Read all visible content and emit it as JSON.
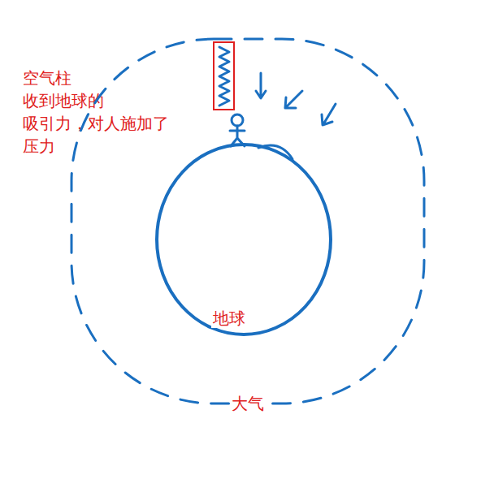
{
  "diagram": {
    "nodes": [
      {
        "text": [
          "大气"
        ]
      },
      {
        "text": [
          "地球"
        ],
        "in": 0
      }
    ],
    "labels": [
      "空气柱 收到地球的 吸引力，对人施加了 压力"
    ]
  }
}
